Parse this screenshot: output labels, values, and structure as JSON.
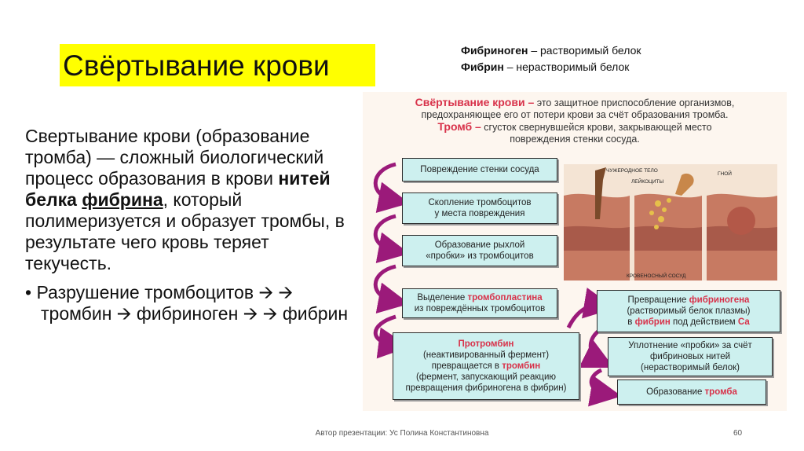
{
  "title": "Свёртывание крови",
  "defs": {
    "line1_bold": "Фибриноген",
    "line1_rest": " – растворимый белок",
    "line2_bold": "Фибрин",
    "line2_rest": " – нерастворимый белок"
  },
  "body": {
    "p1_a": "Свертывание крови (образование тромба) — сложный биологический процесс образования в крови ",
    "p1_bold_a": "нитей белка ",
    "p1_bold_u": "фибрина",
    "p1_b": ", который полимеризуется и образует тромбы, в результате чего кровь теряет текучесть.",
    "bullet": "Разрушение тромбоцитов 🡪 🡪 тромбин 🡪 фибриноген 🡪 🡪 фибрин"
  },
  "diagram": {
    "hdr1_red": "Свёртывание крови –",
    "hdr1_rest": " это защитное приспособление организмов,",
    "hdr2": "предохраняющее его от потери крови за счёт образования тромба.",
    "hdr3_red": "Тромб –",
    "hdr3_rest": " сгусток свернувшейся крови, закрывающей место",
    "hdr4": "повреждения стенки сосуда.",
    "box1": "Повреждение стенки сосуда",
    "box2_l1": "Скопление тромбоцитов",
    "box2_l2": "у места повреждения",
    "box3_l1": "Образование рыхлой",
    "box3_l2": "«пробки» из тромбоцитов",
    "box4_a": "Выделение ",
    "box4_red": "тромбопластина",
    "box4_l2": "из повреждённых тромбоцитов",
    "box5_red1": "Протромбин",
    "box5_l2": "(неактивированный фермент)",
    "box5_l3a": "превращается в ",
    "box5_red2": "тромбин",
    "box5_l4": "(фермент, запускающий реакцию",
    "box5_l5": "превращения фибриногена в фибрин)",
    "box6_a": "Превращение ",
    "box6_red1": "фибриногена",
    "box6_l2": "(растворимый белок плазмы)",
    "box6_l3a": "в ",
    "box6_red2": "фибрин",
    "box6_l3b": " под действием ",
    "box6_red3": "Са",
    "box7_l1": "Уплотнение «пробки» за счёт",
    "box7_l2": "фибриновых нитей",
    "box7_l3": "(нерастворимый белок)",
    "box8_a": "Образование ",
    "box8_red": "тромба",
    "illus_label1": "ЧУЖЕРОДНОЕ ТЕЛО",
    "illus_label2": "ЛЕЙКОЦИТЫ",
    "illus_label3": "ГНОЙ",
    "illus_label4": "КРОВЕНОСНЫЙ СОСУД"
  },
  "footer": "Автор презентации: Ус Полина Константиновна",
  "page_number": "60",
  "colors": {
    "title_bg": "#ffff00",
    "accent_red": "#d8324a",
    "box_bg": "#cdf0ef",
    "arrow": "#9b1a7a"
  }
}
